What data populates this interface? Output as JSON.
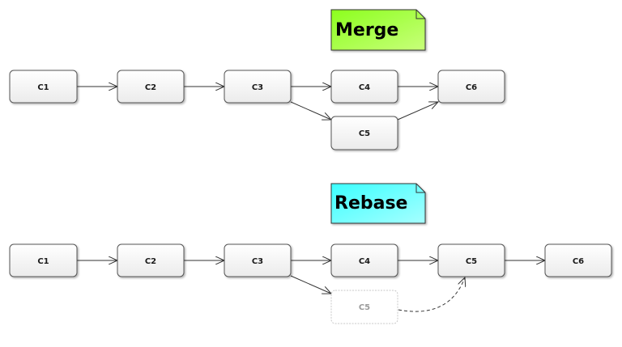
{
  "merge": {
    "title": "Merge",
    "note_color": "#a8ff3c",
    "commits": [
      "C1",
      "C2",
      "C3",
      "C4",
      "C5",
      "C6"
    ]
  },
  "rebase": {
    "title": "Rebase",
    "note_color": "#66ffff",
    "commits": [
      "C1",
      "C2",
      "C3",
      "C4",
      "C5",
      "C6"
    ],
    "ghost_commit": "C5"
  }
}
